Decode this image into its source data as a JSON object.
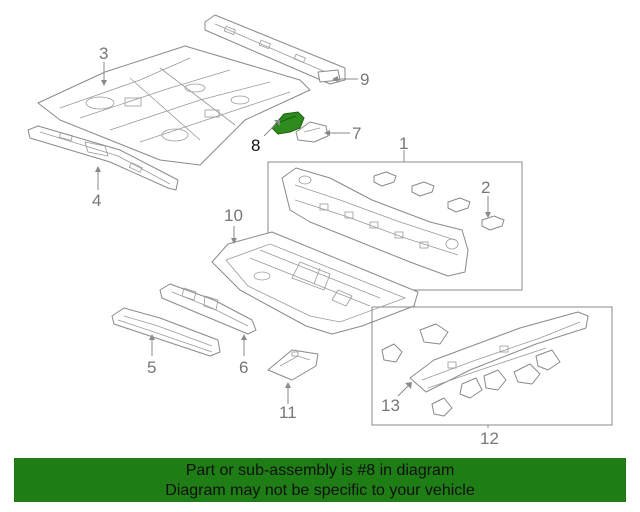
{
  "callouts": {
    "c1": "1",
    "c2": "2",
    "c3": "3",
    "c4": "4",
    "c5": "5",
    "c6": "6",
    "c7": "7",
    "c8": "8",
    "c9": "9",
    "c10": "10",
    "c11": "11",
    "c12": "12",
    "c13": "13"
  },
  "highlighted_part": "8",
  "colors": {
    "highlight": "#2e8b1e",
    "banner": "#1e7d14",
    "line": "#8a8a8a"
  },
  "banner": {
    "line1": "Part or sub-assembly is #8 in diagram",
    "line2": "Diagram may not be specific to your vehicle"
  }
}
